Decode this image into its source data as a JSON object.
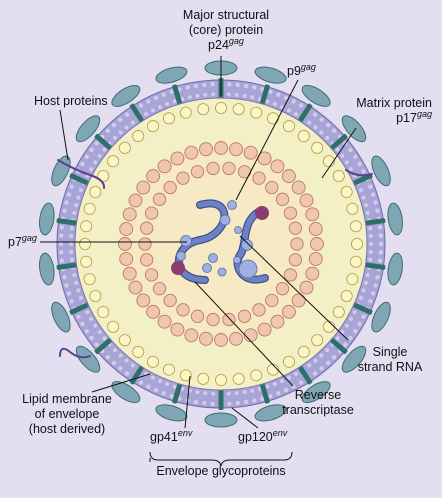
{
  "labels": {
    "major_structural": {
      "line1": "Major structural",
      "line2": "(core) protein",
      "base": "p24",
      "sup": "gag"
    },
    "p9": {
      "base": "p9",
      "sup": "gag"
    },
    "host_proteins": "Host proteins",
    "matrix": {
      "line1": "Matrix protein",
      "base": "p17",
      "sup": "gag"
    },
    "p7": {
      "base": "p7",
      "sup": "gag"
    },
    "single_strand_rna": {
      "line1": "Single",
      "line2": "strand RNA"
    },
    "lipid_membrane": {
      "line1": "Lipid membrane",
      "line2": "of envelope",
      "line3": "(host derived)"
    },
    "reverse_transcriptase": {
      "line1": "Reverse",
      "line2": "transcriptase"
    },
    "gp41": {
      "base": "gp41",
      "sup": "env"
    },
    "gp120": {
      "base": "gp120",
      "sup": "env"
    },
    "envelope_glycoproteins": "Envelope glycoproteins"
  },
  "colors": {
    "background": "#e3dff0",
    "envelope_lilac": "#a8a4d6",
    "lipid_heads": "#cfcdeb",
    "matrix_fill": "#f4f0c6",
    "matrix_beads": "#fbf6c4",
    "core_beads": "#f1c6b0",
    "capsid_fill": "#f7e9c3",
    "gp120_knob": "#7fa7b3",
    "gp41_stalk": "#2f6f6a",
    "rna_blue": "#6d82c4",
    "protein_blue": "#9fb0e0",
    "protein_plum": "#8a3d6e",
    "host_protein_line": "#5b3f8f"
  }
}
